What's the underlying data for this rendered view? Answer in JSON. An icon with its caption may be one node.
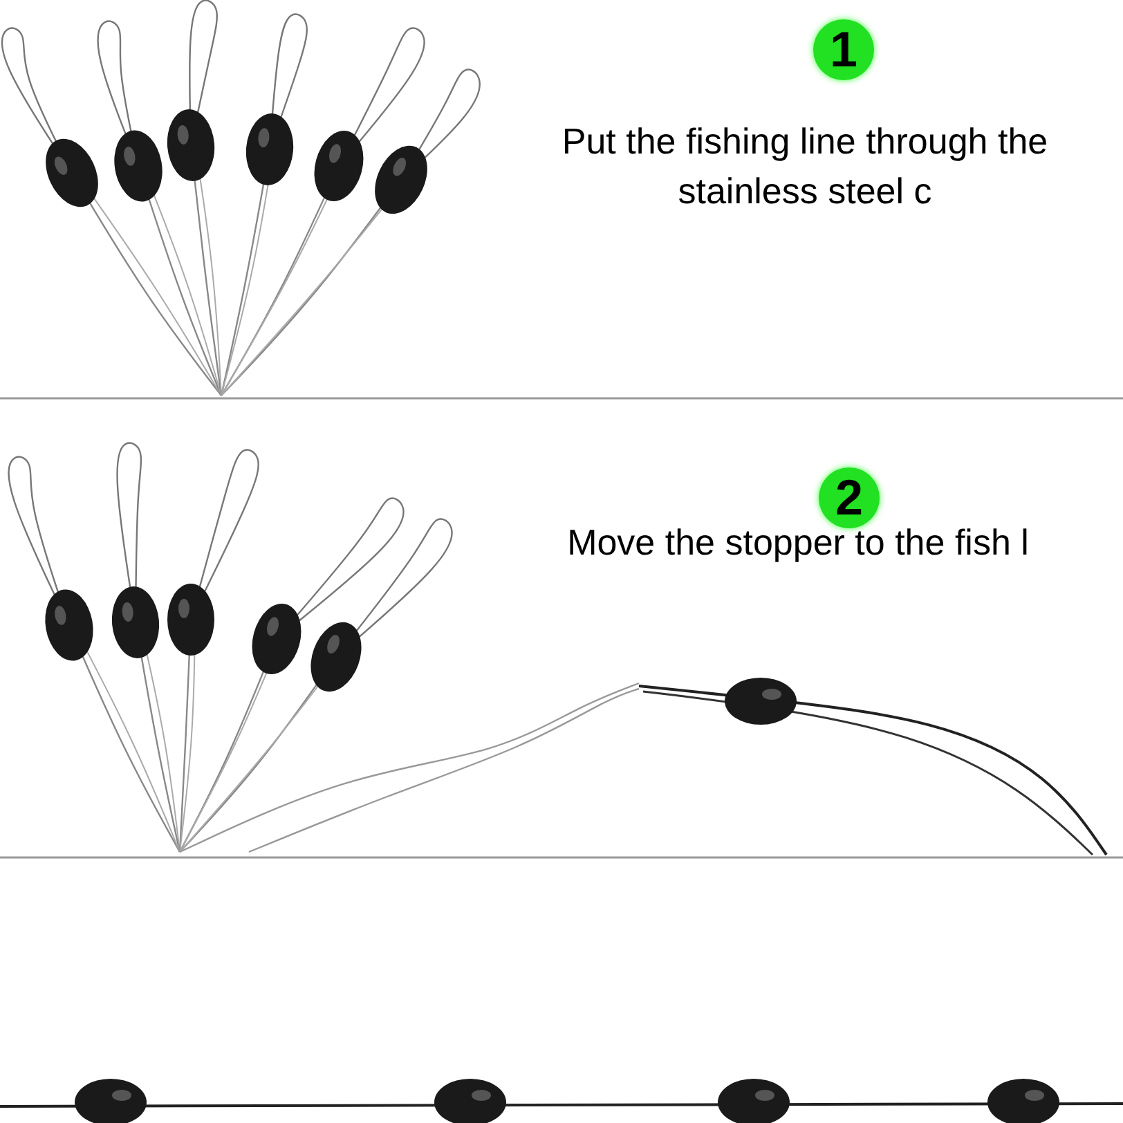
{
  "diagram": {
    "nodes": [
      {
        "text": [
          "1"
        ],
        "beside": [
          "Put the fishing line through the stainless steel c"
        ]
      },
      {
        "text": [
          "2"
        ],
        "beside": [
          "Move the stopper to the fish l"
        ]
      }
    ]
  }
}
